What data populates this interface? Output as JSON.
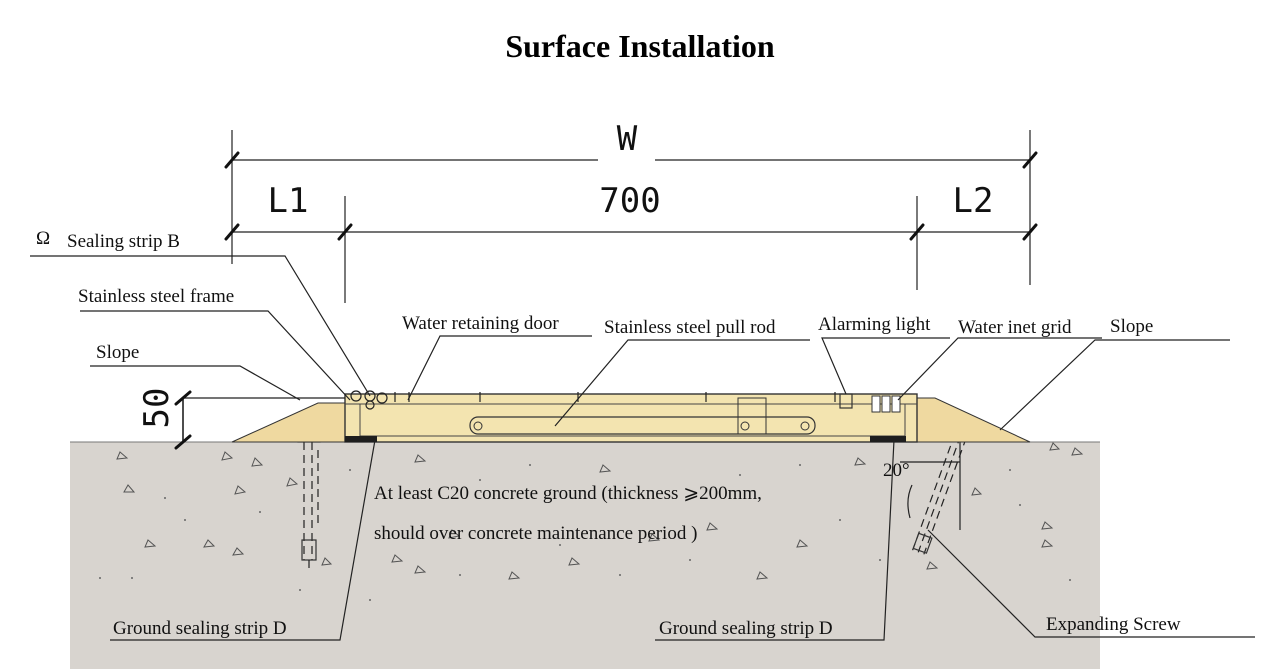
{
  "title": "Surface Installation",
  "dimensions": {
    "overall": "W",
    "left": "L1",
    "center": "700",
    "right": "L2",
    "height": "50",
    "angle": "20°"
  },
  "labels": {
    "omega_symbol": "Ω",
    "sealing_strip_b": "Sealing strip B",
    "stainless_steel_frame": "Stainless steel frame",
    "slope_left": "Slope",
    "water_retaining_door": "Water retaining door",
    "stainless_steel_pull_rod": "Stainless steel pull rod",
    "alarming_light": "Alarming light",
    "water_inlet_grid": "Water inet grid",
    "slope_right": "Slope",
    "concrete_note_line1": "At least C20 concrete ground (thickness ⩾200mm,",
    "concrete_note_line2": "should over concrete maintenance period )",
    "ground_sealing_strip_left": "Ground sealing strip D",
    "ground_sealing_strip_right": "Ground sealing strip D",
    "expanding_screw": "Expanding Screw"
  },
  "colors": {
    "concrete": "#d8d4cf",
    "body": "#f3e4b0",
    "slope": "#efd9a0",
    "seal": "#1e1e1e"
  }
}
